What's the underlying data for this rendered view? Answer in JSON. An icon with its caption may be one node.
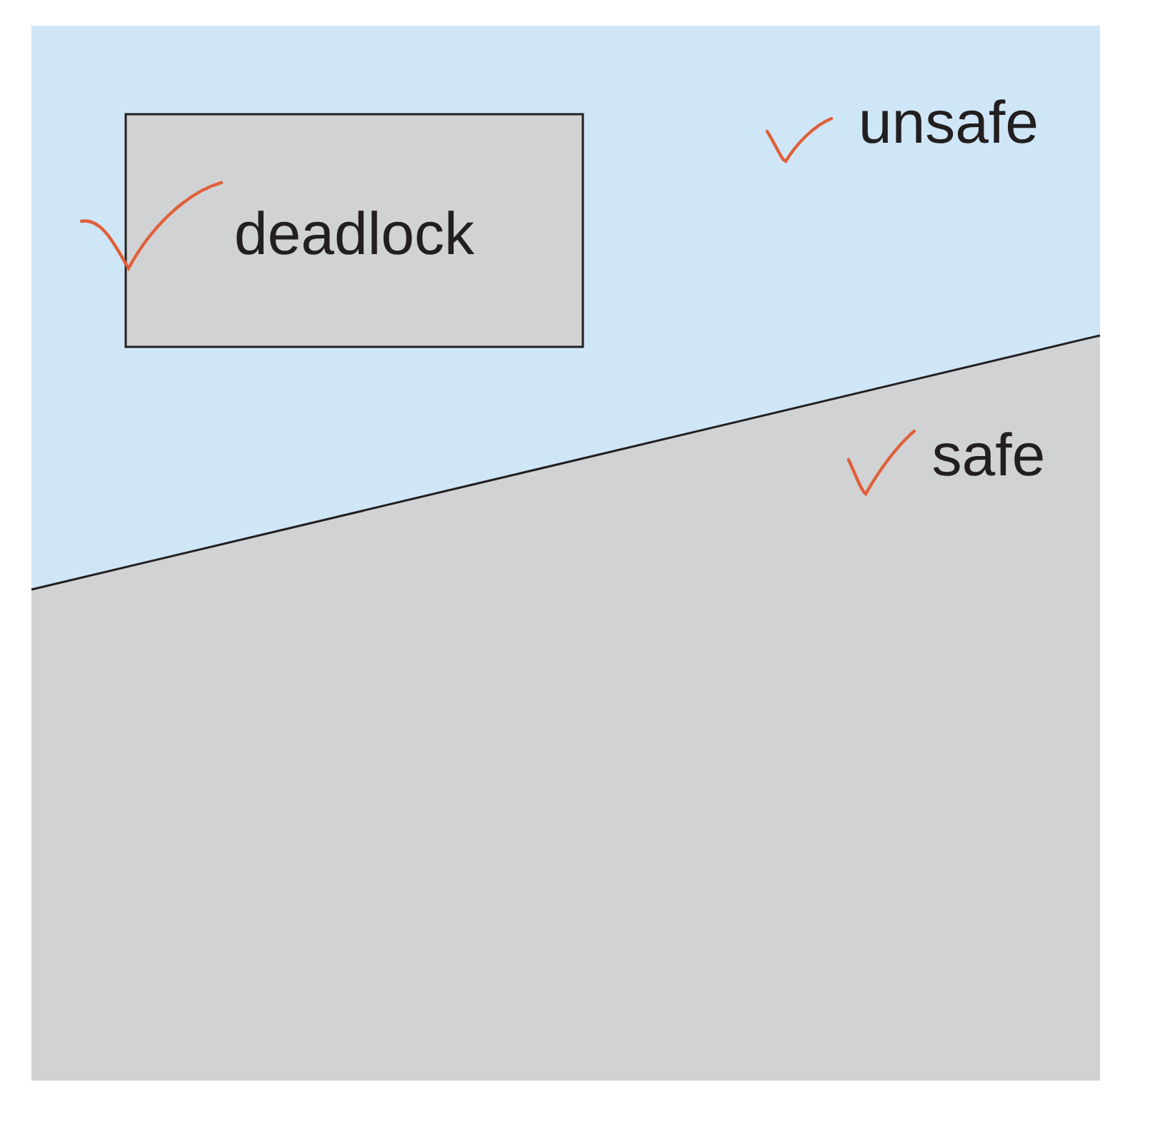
{
  "diagram": {
    "nodes": [
      {
        "text": [
          "unsafe"
        ]
      },
      {
        "text": [
          "safe"
        ]
      },
      {
        "text": [
          "deadlock"
        ],
        "in": 0
      }
    ]
  }
}
